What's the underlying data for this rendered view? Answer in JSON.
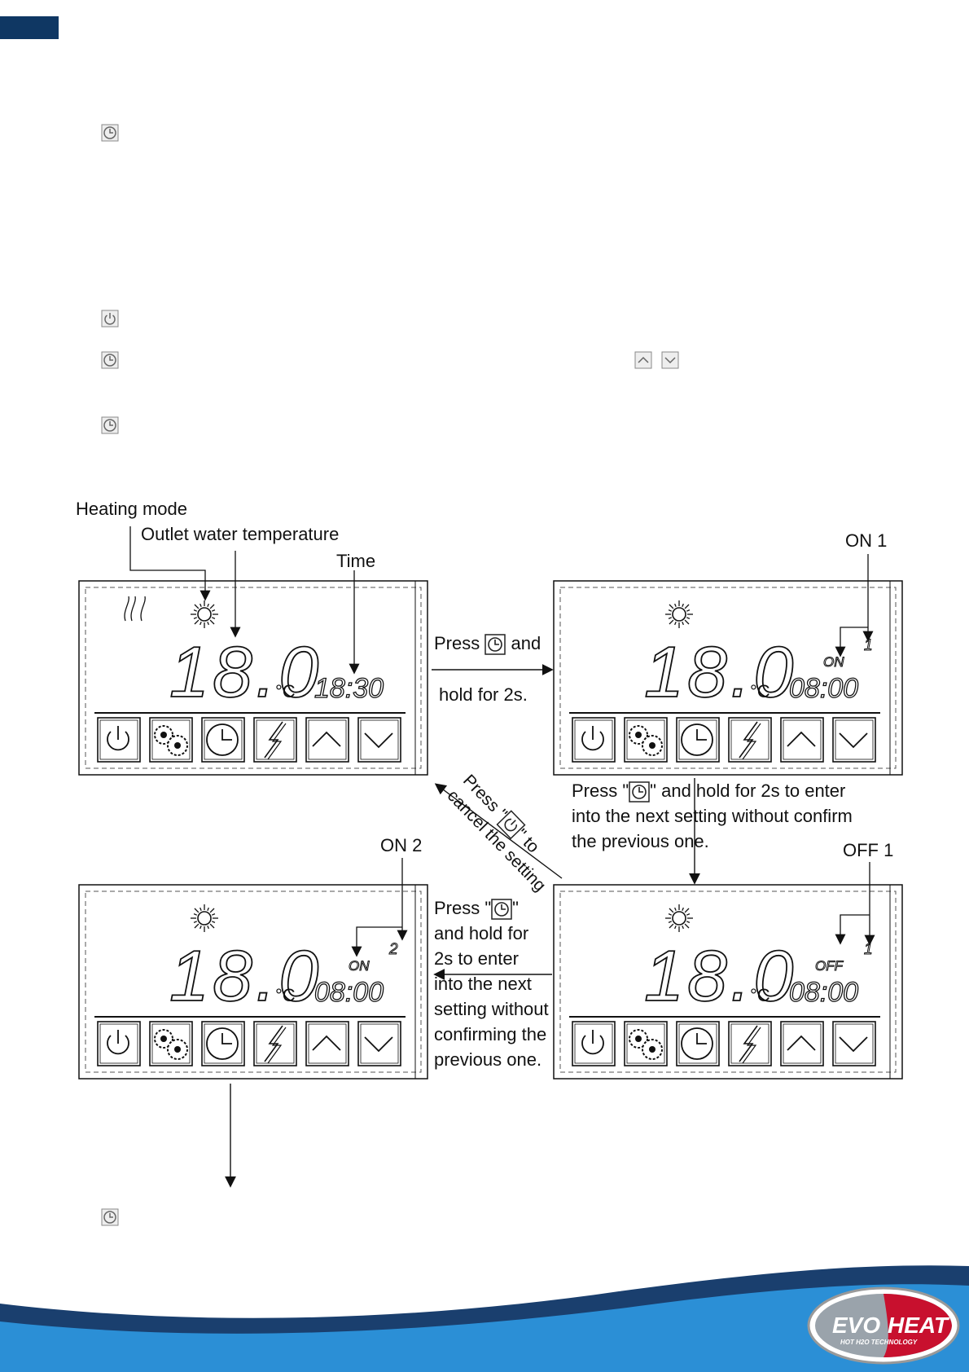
{
  "labels": {
    "heating_mode": "Heating mode",
    "outlet_water_temperature": "Outlet water temperature",
    "time": "Time",
    "on1": "ON 1",
    "on2": "ON 2",
    "off1": "OFF 1"
  },
  "steps": {
    "press_hold_a": "Press",
    "press_hold_b": "and",
    "press_hold_c": "hold for 2s.",
    "next_setting_lines": [
      "Press  \"",
      "\" and hold for 2s to enter",
      "into the next setting without confirm",
      "the previous one."
    ],
    "next_setting2_lines": [
      "Press  \"",
      "\"",
      "and hold for",
      "2s to enter",
      "into the next",
      "setting without",
      "confirming the",
      "previous one."
    ],
    "cancel_a": "Press \"",
    "cancel_b": "\" to",
    "cancel_c": "cancel the setting"
  },
  "panels": [
    {
      "mode_icon": "sun-icon",
      "temperature": "18.0",
      "unit": "°C",
      "time": "18:30",
      "marker": "",
      "marker_num": "",
      "fan_icon": true
    },
    {
      "mode_icon": "sun-icon",
      "temperature": "18.0",
      "unit": "°C",
      "time": "08:00",
      "marker": "ON",
      "marker_num": "1",
      "fan_icon": false
    },
    {
      "mode_icon": "sun-icon",
      "temperature": "18.0",
      "unit": "°C",
      "time": "08:00",
      "marker": "ON",
      "marker_num": "2",
      "fan_icon": false
    },
    {
      "mode_icon": "sun-icon",
      "temperature": "18.0",
      "unit": "°C",
      "time": "08:00",
      "marker": "OFF",
      "marker_num": "1",
      "fan_icon": false
    }
  ],
  "buttons": [
    "power-icon",
    "mode-icon",
    "clock-icon",
    "defrost-icon",
    "up-arrow-icon",
    "down-arrow-icon"
  ],
  "logo": {
    "brand_left": "EVO",
    "brand_right": "HEAT",
    "tagline": "HOT H2O TECHNOLOGY"
  },
  "colors": {
    "header_tab": "#0f3763",
    "wave_dark": "#1a3f6e",
    "wave_light": "#2b8fd6"
  }
}
